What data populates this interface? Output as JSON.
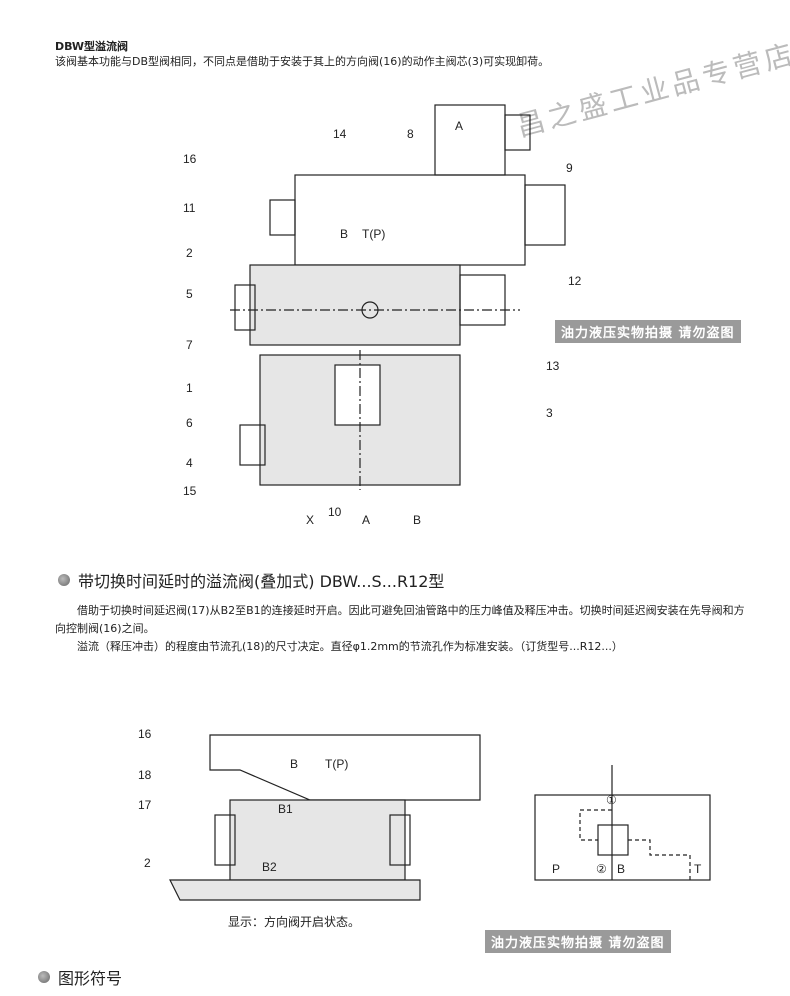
{
  "watermark_store": "昌之盛工业品专营店",
  "watermark_photo": "油力液压实物拍摄 请勿盗图",
  "intro": {
    "title": "DBW型溢流阀",
    "text": "该阀基本功能与DB型阀相同，不同点是借助于安装于其上的方向阀(16)的动作主阀芯(3)可实现卸荷。"
  },
  "diagram1": {
    "labels_left": [
      "16",
      "11",
      "2",
      "5",
      "7",
      "1",
      "6",
      "4",
      "15"
    ],
    "labels_top": [
      "14",
      "8",
      "9"
    ],
    "labels_right": [
      "12",
      "13",
      "3"
    ],
    "ports": [
      "X",
      "10",
      "A",
      "B"
    ],
    "inner": {
      "solenoid": "A",
      "b": "B",
      "tp": "T(P)"
    }
  },
  "section2": {
    "title": "带切换时间延时的溢流阀(叠加式) DBW...S...R12型",
    "p1": "借助于切换时间延迟阀(17)从B2至B1的连接延时开启。因此可避免回油管路中的压力峰值及释压冲击。切换时间延迟阀安装在先导阀和方向控制阀(16)之间。",
    "p2": "溢流（释压冲击）的程度由节流孔(18)的尺寸决定。直径φ1.2mm的节流孔作为标准安装。（订货型号...R12...）"
  },
  "diagram2": {
    "labels": [
      "16",
      "18",
      "17",
      "2"
    ],
    "inner": {
      "b": "B",
      "tp": "T(P)",
      "b1": "B1",
      "b2": "B2"
    },
    "caption": "显示：方向阀开启状态。",
    "symbol": {
      "n1": "①",
      "n2": "②",
      "p": "P",
      "b": "B",
      "t": "T"
    }
  },
  "section3": {
    "title": "图形符号"
  }
}
